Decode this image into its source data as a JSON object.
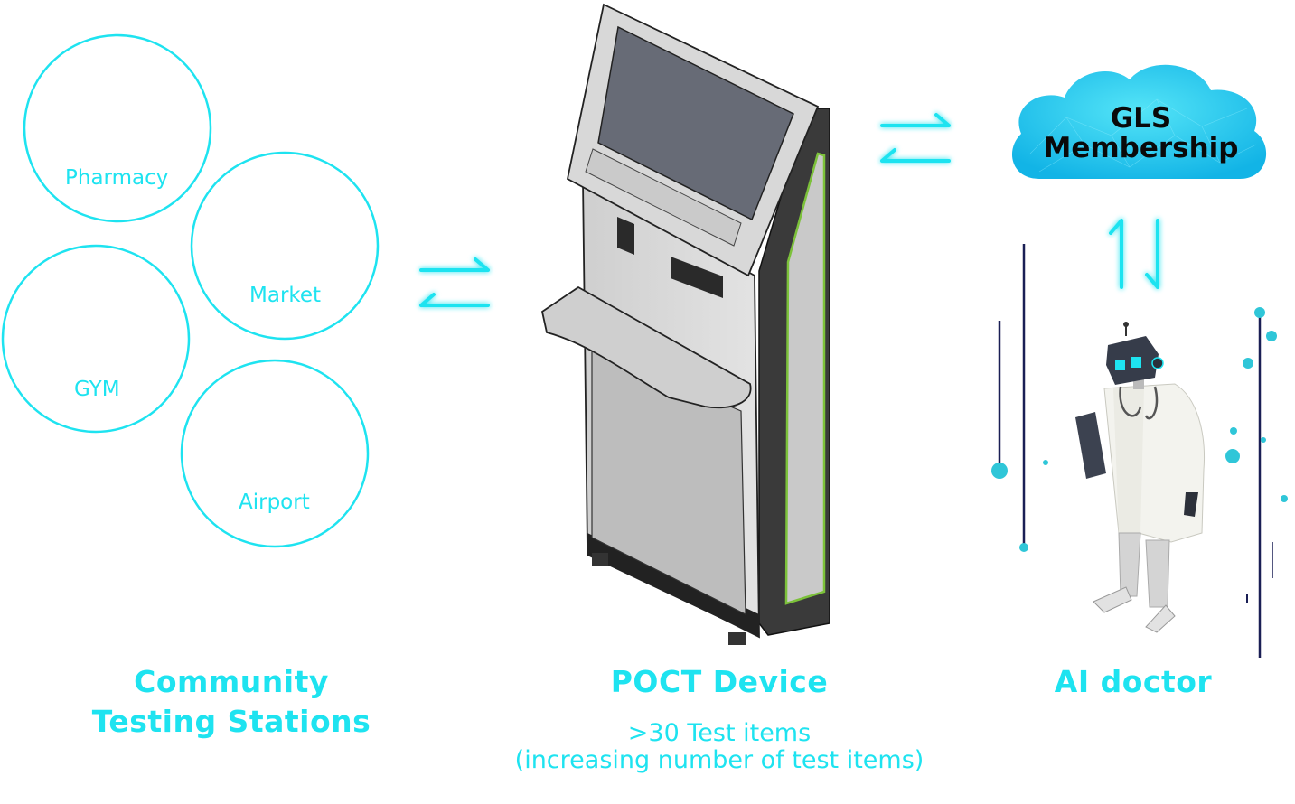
{
  "stations": {
    "heading_line1": "Community",
    "heading_line2": "Testing Stations",
    "items": [
      "Pharmacy",
      "Market",
      "GYM",
      "Airport"
    ]
  },
  "device": {
    "heading": "POCT Device",
    "sub_line1": ">30 Test items",
    "sub_line2": "(increasing number of test items)"
  },
  "cloud": {
    "line1": "GLS",
    "line2": "Membership"
  },
  "ai": {
    "heading": "AI doctor"
  },
  "colors": {
    "accent": "#1ee3f0",
    "cloud_fill": "#22c8ef",
    "kiosk_body": "#d4d4d4",
    "kiosk_screen": "#676b76",
    "kiosk_trim": "#7cc13a"
  }
}
